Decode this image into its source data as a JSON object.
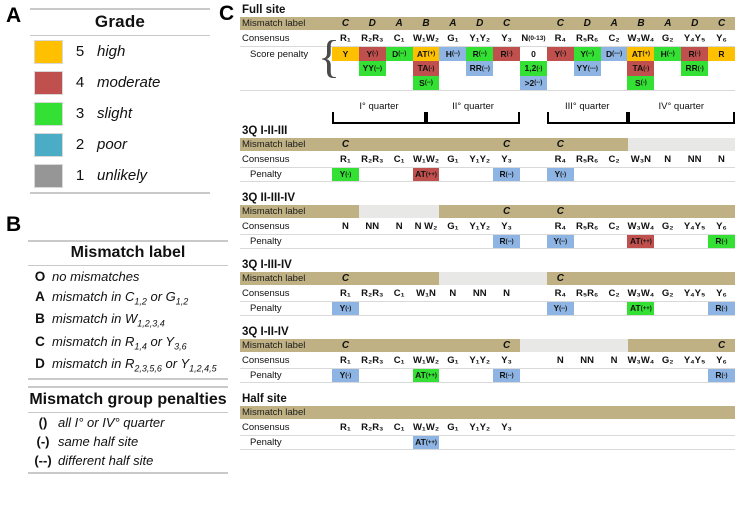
{
  "panels": {
    "a": {
      "letter": "A",
      "title": "Grade",
      "grades": [
        {
          "num": "5",
          "word": "high",
          "color": "#FFC000"
        },
        {
          "num": "4",
          "word": "moderate",
          "color": "#C0504D"
        },
        {
          "num": "3",
          "word": "slight",
          "color": "#33E033"
        },
        {
          "num": "2",
          "word": "poor",
          "color": "#4BACC6"
        },
        {
          "num": "1",
          "word": "unlikely",
          "color": "#969696"
        }
      ]
    },
    "b": {
      "letter": "B",
      "mismatch_title": "Mismatch label",
      "mismatch_rows": [
        {
          "key": "O",
          "def": "no mismatches"
        },
        {
          "key": "A",
          "def": "mismatch in C 1,2  or G 1,2"
        },
        {
          "key": "B",
          "def": "mismatch in W 1,2,3,4"
        },
        {
          "key": "C",
          "def": "mismatch in R 1,4  or Y 3,6"
        },
        {
          "key": "D",
          "def": "mismatch in R 2,3,5,6  or Y 1,2,4,5"
        }
      ],
      "penalty_title": "Mismatch group penalties",
      "penalty_rows": [
        {
          "key": "()",
          "def": "all I° or IV° quarter"
        },
        {
          "key": "(-)",
          "def": "same half site"
        },
        {
          "key": "(--)",
          "def": "different half site"
        }
      ]
    },
    "c": {
      "letter": "C",
      "row_labels": {
        "mismatch": "Mismatch label",
        "consensus": "Consensus",
        "score_penalty": "Score penalty",
        "penalty": "Penalty"
      },
      "quarters": [
        "I° quarter",
        "II° quarter",
        "III° quarter",
        "IV° quarter"
      ],
      "blocks": [
        {
          "id": "full-site",
          "title": "Full site",
          "mismatch": [
            "C",
            "D",
            "A",
            "B",
            "A",
            "D",
            "C",
            "",
            "C",
            "D",
            "A",
            "B",
            "A",
            "D",
            "C"
          ],
          "mismatch_segments": [
            {
              "style": "tan",
              "span": 15
            }
          ],
          "consensus": [
            "R₁",
            "R₂R₃",
            "C₁",
            "W₁W₂",
            "G₁",
            "Y₁Y₂",
            "Y₃",
            "N (0-13)",
            "R₄",
            "R₅R₆",
            "C₂",
            "W₃W₄",
            "G₂",
            "Y₄Y₅",
            "Y₆"
          ],
          "penalty_rows": [
            [
              {
                "t": "Y",
                "g": "g5"
              },
              {
                "t": "Y(-)",
                "g": "g4"
              },
              {
                "t": "D(--)",
                "g": "g3"
              },
              {
                "t": "AT(+)",
                "g": "g5"
              },
              {
                "t": "H(--)",
                "g": "g2"
              },
              {
                "t": "R(--)",
                "g": "g3"
              },
              {
                "t": "R(-)",
                "g": "g4"
              },
              {
                "t": "0",
                "g": "gw"
              },
              {
                "t": "Y(-)",
                "g": "g4"
              },
              {
                "t": "Y(--)",
                "g": "g3"
              },
              {
                "t": "D(---)",
                "g": "g2"
              },
              {
                "t": "AT(+)",
                "g": "g5"
              },
              {
                "t": "H(--)",
                "g": "g3"
              },
              {
                "t": "R(-)",
                "g": "g4"
              },
              {
                "t": "R",
                "g": "g5"
              }
            ],
            [
              {
                "t": "",
                "g": "blank"
              },
              {
                "t": "YY(--)",
                "g": "g3"
              },
              {
                "t": "",
                "g": "blank"
              },
              {
                "t": "TA(-)",
                "g": "g4"
              },
              {
                "t": "",
                "g": "blank"
              },
              {
                "t": "RR(--)",
                "g": "g2"
              },
              {
                "t": "",
                "g": "blank"
              },
              {
                "t": "1,2(-)",
                "g": "g3"
              },
              {
                "t": "",
                "g": "blank"
              },
              {
                "t": "YY(---)",
                "g": "g2"
              },
              {
                "t": "",
                "g": "blank"
              },
              {
                "t": "TA(-)",
                "g": "g4"
              },
              {
                "t": "",
                "g": "blank"
              },
              {
                "t": "RR(-)",
                "g": "g3"
              },
              {
                "t": "",
                "g": "blank"
              }
            ],
            [
              {
                "t": "",
                "g": "blank"
              },
              {
                "t": "",
                "g": "blank"
              },
              {
                "t": "",
                "g": "blank"
              },
              {
                "t": "S(--)",
                "g": "g3"
              },
              {
                "t": "",
                "g": "blank"
              },
              {
                "t": "",
                "g": "blank"
              },
              {
                "t": "",
                "g": "blank"
              },
              {
                "t": ">2(--)",
                "g": "g2"
              },
              {
                "t": "",
                "g": "blank"
              },
              {
                "t": "",
                "g": "blank"
              },
              {
                "t": "",
                "g": "blank"
              },
              {
                "t": "S(-)",
                "g": "g3"
              },
              {
                "t": "",
                "g": "blank"
              },
              {
                "t": "",
                "g": "blank"
              },
              {
                "t": "",
                "g": "blank"
              }
            ]
          ]
        },
        {
          "id": "3q-I-II-III",
          "title": "3Q I-II-III",
          "mismatch": [
            "C",
            "",
            "",
            "",
            "",
            "",
            "C",
            "",
            "C",
            "",
            "",
            "",
            "",
            "",
            ""
          ],
          "mismatch_segments": [
            {
              "style": "tan",
              "span": 11
            },
            {
              "style": "grey",
              "span": 4
            }
          ],
          "consensus": [
            "R₁",
            "R₂R₃",
            "C₁",
            "W₁W₂",
            "G₁",
            "Y₁Y₂",
            "Y₃",
            "",
            "R₄",
            "R₅R₆",
            "C₂",
            "W₃N",
            "N",
            "NN",
            "N"
          ],
          "penalty_rows": [
            [
              {
                "t": "Y(-)",
                "g": "g3"
              },
              {
                "t": "",
                "g": "gw"
              },
              {
                "t": "",
                "g": "gw"
              },
              {
                "t": "AT(++)",
                "g": "g4"
              },
              {
                "t": "",
                "g": "gw"
              },
              {
                "t": "",
                "g": "gw"
              },
              {
                "t": "R(--)",
                "g": "g2"
              },
              {
                "t": "",
                "g": "gw"
              },
              {
                "t": "Y(-)",
                "g": "g2"
              },
              {
                "t": "",
                "g": "gw"
              },
              {
                "t": "",
                "g": "gw"
              },
              {
                "t": "",
                "g": "gw"
              },
              {
                "t": "",
                "g": "gw"
              },
              {
                "t": "",
                "g": "gw"
              },
              {
                "t": "",
                "g": "gw"
              }
            ]
          ]
        },
        {
          "id": "3q-II-III-IV",
          "title": "3Q II-III-IV",
          "mismatch": [
            "",
            "",
            "",
            "",
            "",
            "",
            "C",
            "",
            "C",
            "",
            "",
            "",
            "",
            "",
            ""
          ],
          "mismatch_segments": [
            {
              "style": "tan",
              "span": 1
            },
            {
              "style": "grey",
              "span": 3
            },
            {
              "style": "tan",
              "span": 11
            }
          ],
          "consensus": [
            "N",
            "NN",
            "N",
            "N W₂",
            "G₁",
            "Y₁Y₂",
            "Y₃",
            "",
            "R₄",
            "R₅R₆",
            "C₂",
            "W₃W₄",
            "G₂",
            "Y₄Y₅",
            "Y₆"
          ],
          "penalty_rows": [
            [
              {
                "t": "",
                "g": "gw"
              },
              {
                "t": "",
                "g": "gw"
              },
              {
                "t": "",
                "g": "gw"
              },
              {
                "t": "",
                "g": "gw"
              },
              {
                "t": "",
                "g": "gw"
              },
              {
                "t": "",
                "g": "gw"
              },
              {
                "t": "R(--)",
                "g": "g2"
              },
              {
                "t": "",
                "g": "gw"
              },
              {
                "t": "Y(--)",
                "g": "g2"
              },
              {
                "t": "",
                "g": "gw"
              },
              {
                "t": "",
                "g": "gw"
              },
              {
                "t": "AT(++)",
                "g": "g4"
              },
              {
                "t": "",
                "g": "gw"
              },
              {
                "t": "",
                "g": "gw"
              },
              {
                "t": "R(-)",
                "g": "g3"
              }
            ]
          ]
        },
        {
          "id": "3q-I-III-IV",
          "title": "3Q I-III-IV",
          "mismatch": [
            "C",
            "",
            "",
            "",
            "",
            "",
            "",
            "",
            "C",
            "",
            "",
            "",
            "",
            "",
            ""
          ],
          "mismatch_segments": [
            {
              "style": "tan",
              "span": 4
            },
            {
              "style": "grey",
              "span": 4
            },
            {
              "style": "tan",
              "span": 7
            }
          ],
          "consensus": [
            "R₁",
            "R₂R₃",
            "C₁",
            "W₁N",
            "N",
            "NN",
            "N",
            "",
            "R₄",
            "R₅R₆",
            "C₂",
            "W₃W₄",
            "G₂",
            "Y₄Y₅",
            "Y₆"
          ],
          "penalty_rows": [
            [
              {
                "t": "Y(-)",
                "g": "g2"
              },
              {
                "t": "",
                "g": "gw"
              },
              {
                "t": "",
                "g": "gw"
              },
              {
                "t": "",
                "g": "gw"
              },
              {
                "t": "",
                "g": "gw"
              },
              {
                "t": "",
                "g": "gw"
              },
              {
                "t": "",
                "g": "gw"
              },
              {
                "t": "",
                "g": "gw"
              },
              {
                "t": "Y(--)",
                "g": "g2"
              },
              {
                "t": "",
                "g": "gw"
              },
              {
                "t": "",
                "g": "gw"
              },
              {
                "t": "AT(++)",
                "g": "g3"
              },
              {
                "t": "",
                "g": "gw"
              },
              {
                "t": "",
                "g": "gw"
              },
              {
                "t": "R(-)",
                "g": "g2"
              }
            ]
          ]
        },
        {
          "id": "3q-I-II-IV",
          "title": "3Q I-II-IV",
          "mismatch": [
            "C",
            "",
            "",
            "",
            "",
            "",
            "C",
            "",
            "",
            "",
            "",
            "",
            "",
            "",
            "C"
          ],
          "mismatch_segments": [
            {
              "style": "tan",
              "span": 7
            },
            {
              "style": "grey",
              "span": 4
            },
            {
              "style": "tan",
              "span": 4
            }
          ],
          "consensus": [
            "R₁",
            "R₂R₃",
            "C₁",
            "W₁W₂",
            "G₁",
            "Y₁Y₂",
            "Y₃",
            "",
            "N",
            "NN",
            "N",
            "W₃W₄",
            "G₂",
            "Y₄Y₅",
            "Y₆"
          ],
          "penalty_rows": [
            [
              {
                "t": "Y(-)",
                "g": "g2"
              },
              {
                "t": "",
                "g": "gw"
              },
              {
                "t": "",
                "g": "gw"
              },
              {
                "t": "AT(++)",
                "g": "g3"
              },
              {
                "t": "",
                "g": "gw"
              },
              {
                "t": "",
                "g": "gw"
              },
              {
                "t": "R(--)",
                "g": "g2"
              },
              {
                "t": "",
                "g": "gw"
              },
              {
                "t": "",
                "g": "gw"
              },
              {
                "t": "",
                "g": "gw"
              },
              {
                "t": "",
                "g": "gw"
              },
              {
                "t": "",
                "g": "gw"
              },
              {
                "t": "",
                "g": "gw"
              },
              {
                "t": "",
                "g": "gw"
              },
              {
                "t": "R(-)",
                "g": "g2"
              }
            ]
          ]
        },
        {
          "id": "half-site",
          "title": "Half site",
          "mismatch": [
            "",
            "",
            "",
            "",
            "",
            "",
            "",
            "",
            "",
            "",
            "",
            "",
            "",
            "",
            ""
          ],
          "mismatch_segments": [
            {
              "style": "tan",
              "span": 11
            }
          ],
          "consensus": [
            "R₁",
            "R₂R₃",
            "C₁",
            "W₁W₂",
            "G₁",
            "Y₁Y₂",
            "Y₃",
            "",
            "",
            "",
            "",
            "",
            "",
            "",
            ""
          ],
          "penalty_rows": [
            [
              {
                "t": "",
                "g": "gw"
              },
              {
                "t": "",
                "g": "gw"
              },
              {
                "t": "",
                "g": "gw"
              },
              {
                "t": "AT(++)",
                "g": "g2"
              },
              {
                "t": "",
                "g": "gw"
              },
              {
                "t": "",
                "g": "gw"
              },
              {
                "t": "",
                "g": "gw"
              },
              {
                "t": "",
                "g": "blank"
              },
              {
                "t": "",
                "g": "blank"
              },
              {
                "t": "",
                "g": "blank"
              },
              {
                "t": "",
                "g": "blank"
              },
              {
                "t": "",
                "g": "blank"
              },
              {
                "t": "",
                "g": "blank"
              },
              {
                "t": "",
                "g": "blank"
              },
              {
                "t": "",
                "g": "blank"
              }
            ]
          ]
        }
      ]
    }
  }
}
